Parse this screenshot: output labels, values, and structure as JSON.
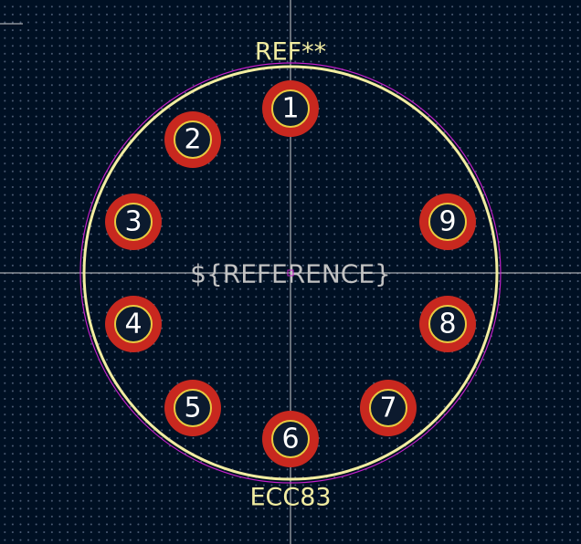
{
  "footprint": {
    "reference_label": "REF**",
    "value_label": "ECC83",
    "fab_reference_label": "${REFERENCE}"
  },
  "pads": [
    {
      "number": "1"
    },
    {
      "number": "2"
    },
    {
      "number": "3"
    },
    {
      "number": "4"
    },
    {
      "number": "5"
    },
    {
      "number": "6"
    },
    {
      "number": "7"
    },
    {
      "number": "8"
    },
    {
      "number": "9"
    }
  ],
  "colors": {
    "background": "#001023",
    "grid": "#4a5a73",
    "silkscreen": "#f2eda1",
    "courtyard": "#c21fc9",
    "pad_copper": "#c8281f",
    "pad_outline": "#e8c940",
    "fab_text": "#c2c2c2",
    "crosshair": "#d0d0d0"
  }
}
